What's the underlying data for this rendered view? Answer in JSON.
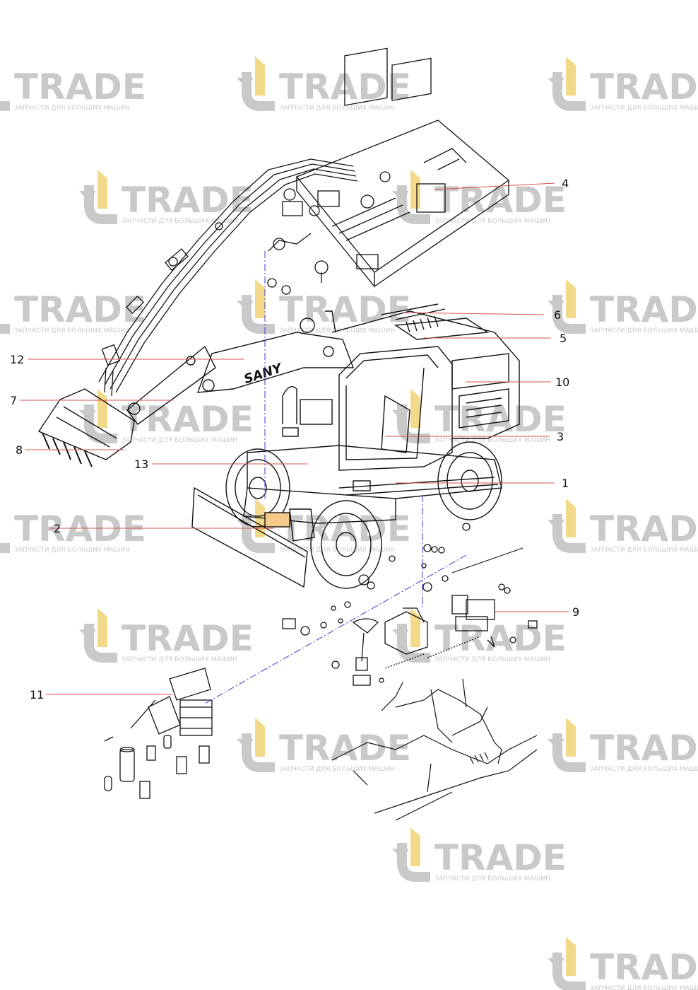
{
  "watermark": {
    "brand": "TRADE",
    "tagline": "ЗАПЧАСТИ ДЛЯ БОЛЬШИХ МАШИН",
    "colors": {
      "gray": "#c9c9c9",
      "gold": "#f3d98a"
    }
  },
  "diagram": {
    "brand_on_boom": "SANY",
    "leader_color": "#d9534f",
    "centerline_color": "#3b3bd1",
    "callouts": [
      {
        "id": "1",
        "label": "1"
      },
      {
        "id": "2",
        "label": "2"
      },
      {
        "id": "3",
        "label": "3"
      },
      {
        "id": "4",
        "label": "4"
      },
      {
        "id": "5",
        "label": "5"
      },
      {
        "id": "6",
        "label": "6"
      },
      {
        "id": "7",
        "label": "7"
      },
      {
        "id": "8",
        "label": "8"
      },
      {
        "id": "9",
        "label": "9"
      },
      {
        "id": "10",
        "label": "10"
      },
      {
        "id": "11",
        "label": "11"
      },
      {
        "id": "12",
        "label": "12"
      },
      {
        "id": "13",
        "label": "13"
      }
    ]
  }
}
